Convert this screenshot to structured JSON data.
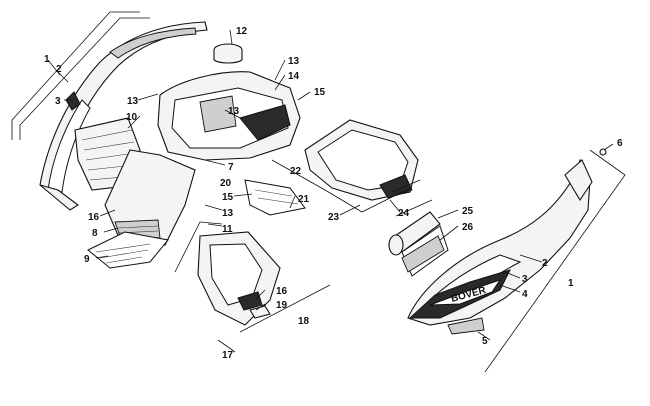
{
  "callouts": {
    "c1a": "1",
    "c2a": "2",
    "c3a": "3",
    "c10": "10",
    "c13a": "13",
    "c13b": "13",
    "c12": "12",
    "c13c": "13",
    "c14": "14",
    "c15a": "15",
    "c7": "7",
    "c16a": "16",
    "c8": "8",
    "c9": "9",
    "c20": "20",
    "c15b": "15",
    "c13d": "13",
    "c11": "11",
    "c21": "21",
    "c22": "22",
    "c23": "23",
    "c24": "24",
    "c25": "25",
    "c26": "26",
    "c16b": "16",
    "c19": "19",
    "c18": "18",
    "c17": "17",
    "c6": "6",
    "c2b": "2",
    "c1b": "1",
    "c3b": "3",
    "c4": "4",
    "c5": "5"
  },
  "decal_text": "BOVER"
}
